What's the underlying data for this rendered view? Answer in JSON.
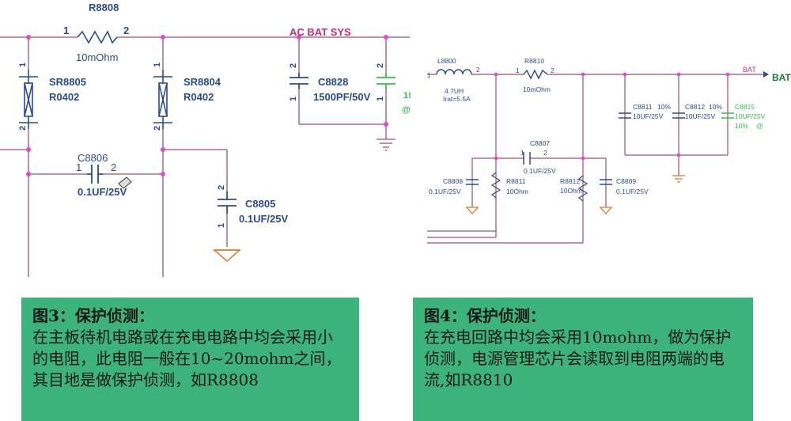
{
  "left_schematic": {
    "net_label": "AC BAT SYS",
    "R8808": {
      "ref": "R8808",
      "value": "10mOhm",
      "pin1": "1",
      "pin2": "2"
    },
    "SR8805": {
      "ref": "SR8805",
      "pkg": "R0402",
      "pin_top": "1",
      "pin_bot": "2"
    },
    "SR8804": {
      "ref": "SR8804",
      "pkg": "R0402",
      "pin_top": "1",
      "pin_bot": "2"
    },
    "C8828": {
      "ref": "C8828",
      "value": "1500PF/50V",
      "pin_top": "2",
      "pin_bot": "1"
    },
    "C8806": {
      "ref": "C8806",
      "value": "0.1UF/25V",
      "pin1": "1",
      "pin2": "2"
    },
    "C8805": {
      "ref": "C8805",
      "value": "0.1UF/25V",
      "pin_top": "2",
      "pin_bot": "1"
    },
    "Cpart": {
      "pin_top": "2",
      "pin_bot": "1",
      "val_a": "1!",
      "val_b": "@"
    }
  },
  "right_schematic": {
    "net_label": "BAT",
    "port_label": "BAT",
    "L8800": {
      "ref": "L8800",
      "value": "4.7UH",
      "irat": "Irat=5.5A",
      "pin1": "1",
      "pin2": "2"
    },
    "R8810": {
      "ref": "R8810",
      "value": "10mOhm",
      "pin1": "1",
      "pin2": "2"
    },
    "C8811": {
      "ref": "C8811",
      "tol": "10%",
      "value": "10UF/25V"
    },
    "C8812": {
      "ref": "C8812",
      "tol": "10%",
      "value": "10UF/25V"
    },
    "C8815": {
      "ref": "C8815",
      "value": "10UF/25V",
      "tol": "10%",
      "at": "@"
    },
    "C8807": {
      "ref": "C8807",
      "value": "0.1UF/25V",
      "pin1": "1",
      "pin2": "2"
    },
    "C8808": {
      "ref": "C8808",
      "value": "0.1UF/25V"
    },
    "R8811": {
      "ref": "R8811",
      "value": "10Ohm"
    },
    "R8812": {
      "ref": "R8812",
      "value": "10Ohm"
    },
    "C8809": {
      "ref": "C8809",
      "value": "0.1UF/25V"
    },
    "pin1": "1",
    "pin2": "2"
  },
  "captions": {
    "fig3_title": "图3：保护侦测：",
    "fig3_body": "在主板待机电路或在充电电路中均会采用小的电阻，此电阻一般在10~20mohm之间，其目地是做保护侦测，如R8808",
    "fig4_title": "图4：保护侦测：",
    "fig4_body": "在充电回路中均会采用10mohm，做为保护侦测，电源管理芯片会读取到电阻两端的电流,如R8810"
  },
  "colors": {
    "wire": "#a0506e",
    "part": "#2a4b93",
    "node": "#e048d0",
    "label_text": "#2a4b93",
    "net_text": "#c0307a",
    "green": "#30c048",
    "caption_bg": "#3cb37a"
  }
}
